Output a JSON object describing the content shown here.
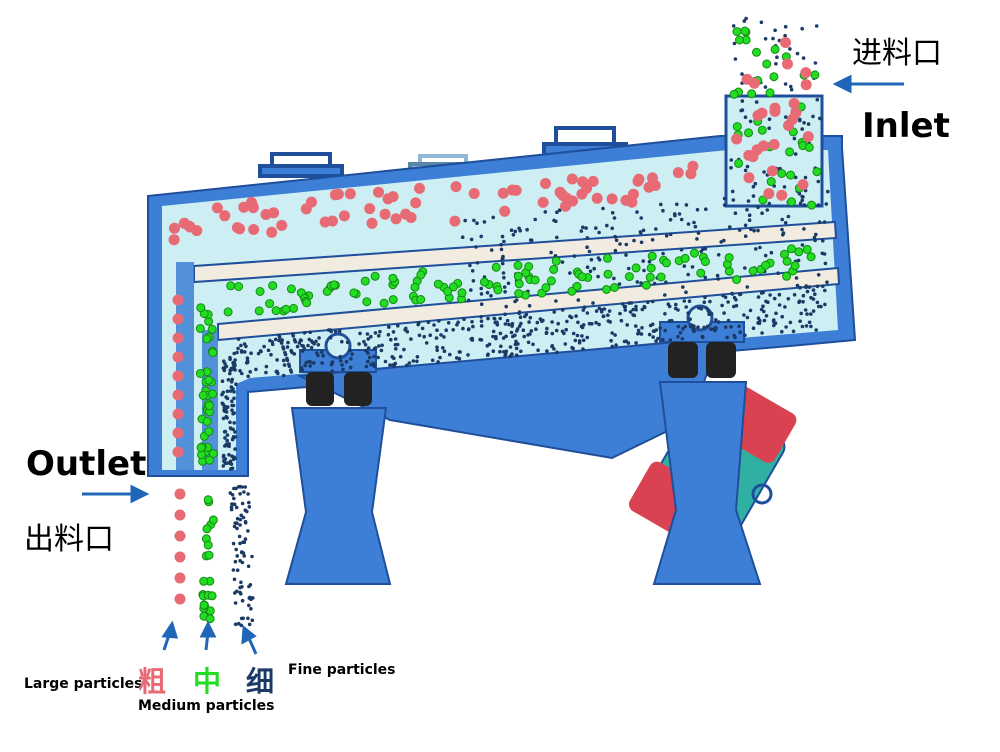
{
  "labels": {
    "inlet_cn": "进料口",
    "inlet_en": "Inlet",
    "outlet_en": "Outlet",
    "outlet_cn": "出料口",
    "large_en": "Large particles",
    "large_cn": "粗",
    "medium_cn": "中",
    "medium_en": "Medium particles",
    "fine_cn": "细",
    "fine_en": "Fine particles"
  },
  "colors": {
    "large_particle": "#e86a74",
    "medium_particle": "#22dd22",
    "fine_particle": "#1b3a66",
    "machine_blue": "#3d7fd6",
    "machine_dark": "#1f4f9a",
    "chamber_fill": "#cdeef2",
    "screen_mesh": "#f2ece0",
    "arrow": "#1f66b8",
    "motor_red": "#d94250",
    "motor_teal": "#2fb0a2"
  }
}
